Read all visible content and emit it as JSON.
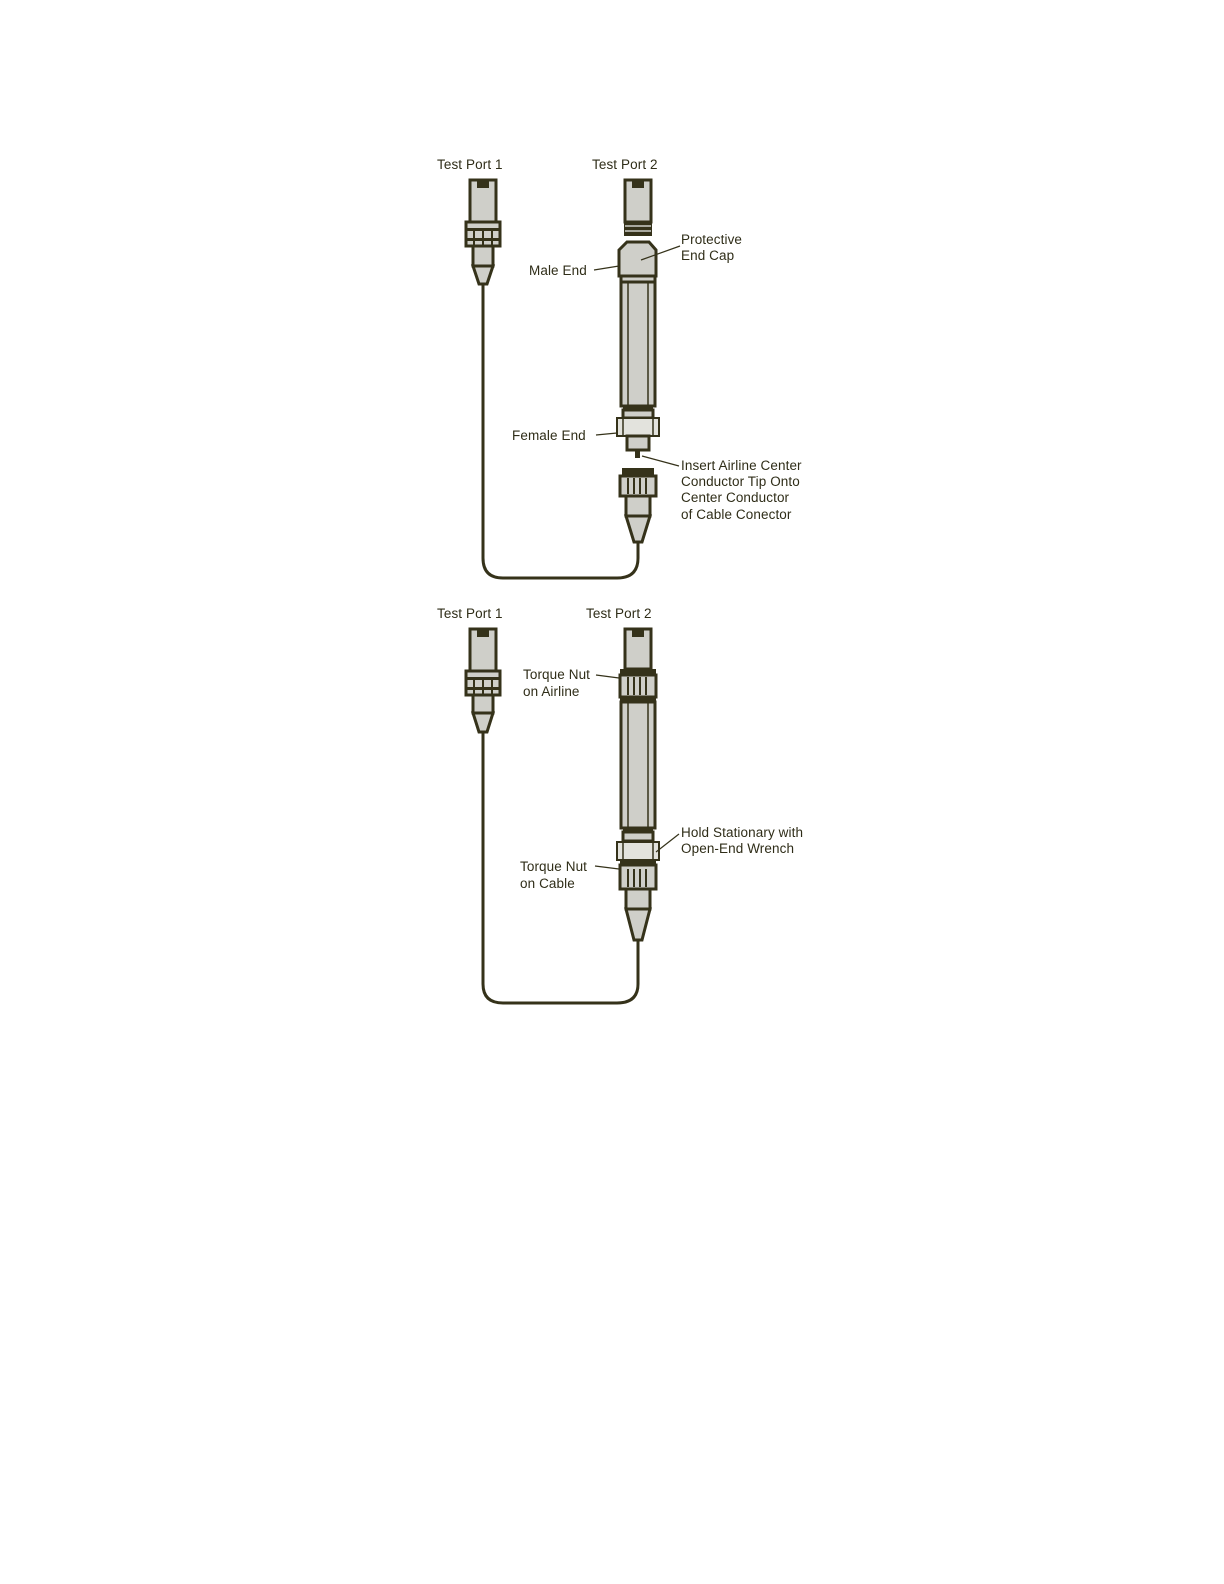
{
  "top_setup": {
    "test_port_1": "Test Port 1",
    "test_port_2": "Test Port 2",
    "protective_end_cap": [
      "Protective",
      "End Cap"
    ],
    "male_end": "Male End",
    "female_end": "Female End",
    "insert_instruction": [
      "Insert Airline Center",
      "Conductor Tip Onto",
      "Center Conductor",
      "of Cable Conector"
    ]
  },
  "bottom_setup": {
    "test_port_1": "Test Port 1",
    "test_port_2": "Test Port 2",
    "torque_nut_airline": [
      "Torque Nut",
      "on Airline"
    ],
    "hold_stationary": [
      "Hold Stationary with",
      "Open-End Wrench"
    ],
    "torque_nut_cable": [
      "Torque Nut",
      "on Cable"
    ]
  },
  "colors": {
    "ink": "#35321a",
    "body_fill": "#cfcfc9",
    "background": "#ffffff"
  }
}
